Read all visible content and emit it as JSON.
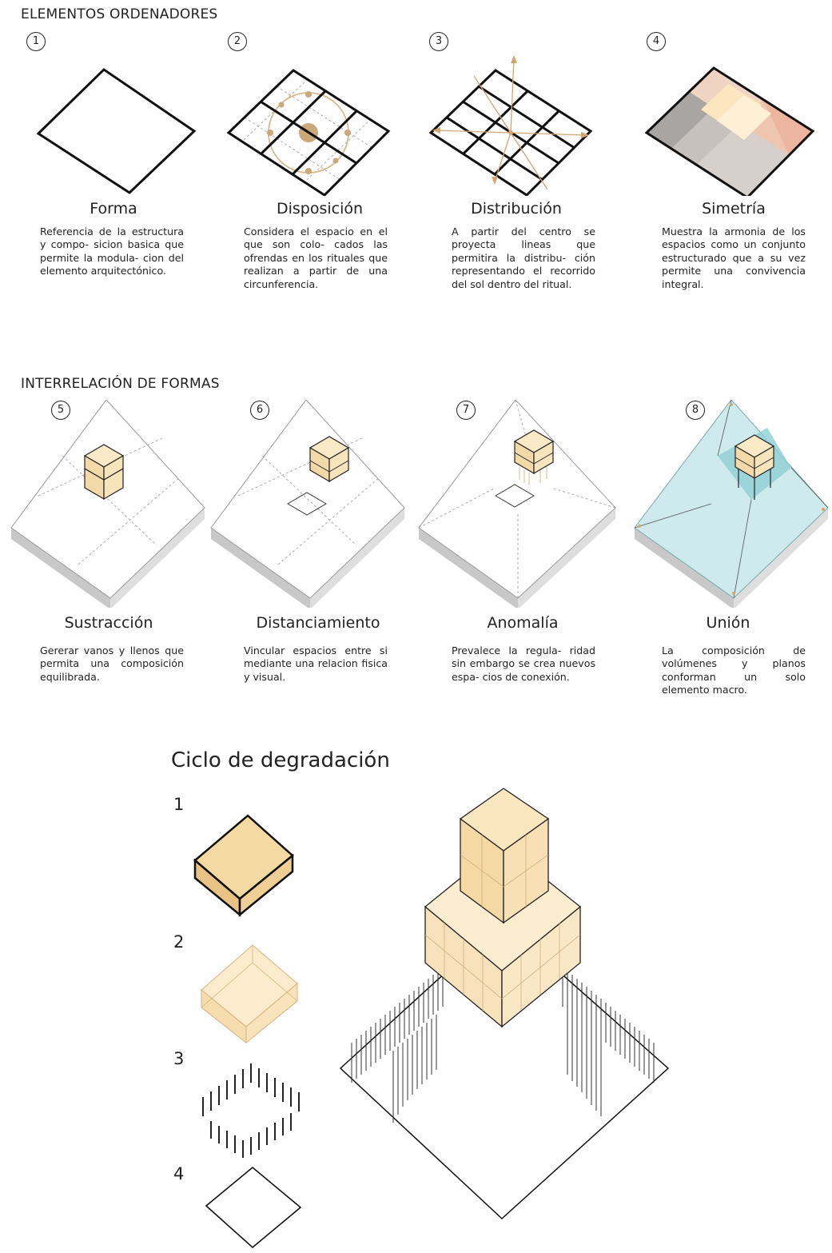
{
  "sections": {
    "ordenadores": "ELEMENTOS ORDENADORES",
    "interrelacion": "INTERRELACIÓN DE FORMAS"
  },
  "ordenadores": [
    {
      "num": "1",
      "title": "Forma",
      "desc": "Referencia de la estructura y compo- sicion basica que permite la modula- cion del elemento arquitectónico."
    },
    {
      "num": "2",
      "title": "Disposición",
      "desc": "Considera el espacio en el que son colo- cados las ofrendas en los rituales que realizan a partir de una circunferencia."
    },
    {
      "num": "3",
      "title": "Distribución",
      "desc": "A partir del centro se proyecta lineas que permitira la distribu- ción representando el recorrido del sol dentro del ritual."
    },
    {
      "num": "4",
      "title": "Simetría",
      "desc": "Muestra la armonia de los espacios como un conjunto estructurado que a su vez permite una convivencia integral."
    }
  ],
  "interrelacion": [
    {
      "num": "5",
      "title": "Sustracción",
      "desc": "Gererar vanos y llenos que permita una composición equilibrada."
    },
    {
      "num": "6",
      "title": "Distanciamiento",
      "desc": "Vincular espacios entre si mediante una relacion fisica y visual."
    },
    {
      "num": "7",
      "title": "Anomalía",
      "desc": "Prevalece la regula- ridad sin embargo se crea nuevos espa- cios de conexión."
    },
    {
      "num": "8",
      "title": "Unión",
      "desc": "La composición de volúmenes y planos conforman un solo elemento macro."
    }
  ],
  "cycle": {
    "title": "Ciclo de degradación",
    "steps": [
      "1",
      "2",
      "3",
      "4"
    ]
  },
  "colors": {
    "ink": "#1a1a1a",
    "beige": "#f6dfb0",
    "beige_light": "#fbeed6",
    "accent": "#d9a66a",
    "teal": "#bfe3e6",
    "teal_dark": "#8fcfd4",
    "grey": "#c9c4c0",
    "rose": "#eab9a7"
  }
}
